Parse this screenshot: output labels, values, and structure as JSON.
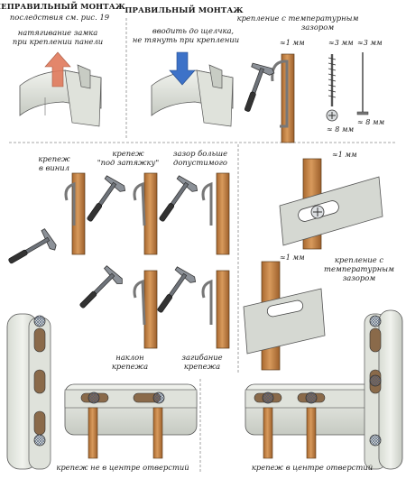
{
  "incorrect": {
    "title": "НЕПРАВИЛЬНЫЙ МОНТАЖ",
    "subtitle": "последствия см. рис. 19",
    "lock_note_1": "натягивание замка",
    "lock_note_2": "при креплении панели",
    "fastener_vinyl_1": "крепеж",
    "fastener_vinyl_2": "в винил",
    "fastener_tight_1": "крепеж",
    "fastener_tight_2": "\"под затяжку\"",
    "gap_1": "зазор больше",
    "gap_2": "допустимого",
    "tilt_1": "наклон",
    "tilt_2": "крепежа",
    "bend_1": "загибание",
    "bend_2": "крепежа",
    "off_center": "крепеж не в центре отверстий"
  },
  "correct": {
    "title": "ПРАВИЛЬНЫЙ МОНТАЖ",
    "click_note_1": "вводить до щелчка,",
    "click_note_2": "не тянуть при креплении",
    "thermal_gap_1": "крепление с температурным",
    "thermal_gap_2": "зазором",
    "gap_1mm": "≈1 мм",
    "gap_3mm_a": "≈3 мм",
    "gap_3mm_b": "≈3 мм",
    "gap_8mm_a": "≈ 8 мм",
    "gap_8mm_b": "≈ 8 мм",
    "gap_1mm_b": "≈1 мм",
    "gap_1mm_c": "≈1 мм",
    "thermal_b_1": "крепление с",
    "thermal_b_2": "температурным",
    "thermal_b_3": "зазором",
    "centered": "крепеж в центре отверстий"
  },
  "colors": {
    "wood": "#c98a4f",
    "panel": "#e4e7e0",
    "metal": "#9aa0a8",
    "arrow_wrong": "#e07050",
    "arrow_right": "#3d72c8",
    "divider": "#888888"
  }
}
